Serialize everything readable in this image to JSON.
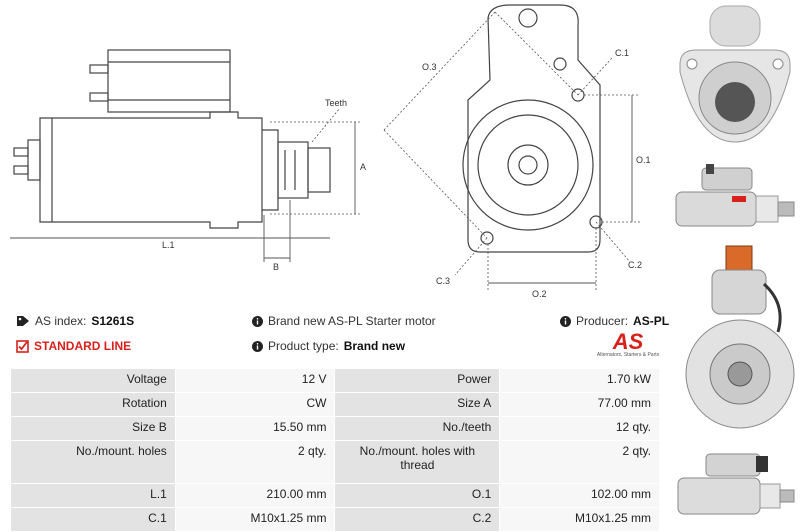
{
  "drawing": {
    "label_teeth": "Teeth",
    "label_a": "A",
    "label_b": "B",
    "label_l1": "L.1",
    "label_o3": "O.3",
    "label_c1": "C.1",
    "label_o1": "O.1",
    "label_o2": "O.2",
    "label_c2": "C.2",
    "label_c3": "C.3"
  },
  "info": {
    "as_index_label": "AS index:",
    "as_index_value": "S1261S",
    "standard_line": "STANDARD LINE",
    "description": "Brand new AS-PL Starter motor",
    "product_type_label": "Product type:",
    "product_type_value": "Brand new",
    "producer_label": "Producer:",
    "producer_value": "AS-PL"
  },
  "logo": {
    "mark": "AS",
    "tagline": "Alternators, Starters & Parts"
  },
  "specs": [
    [
      {
        "k": "Voltage",
        "v": "12 V"
      },
      {
        "k": "Power",
        "v": "1.70 kW"
      }
    ],
    [
      {
        "k": "Rotation",
        "v": "CW"
      },
      {
        "k": "Size A",
        "v": "77.00 mm"
      }
    ],
    [
      {
        "k": "Size B",
        "v": "15.50 mm"
      },
      {
        "k": "No./teeth",
        "v": "12 qty."
      }
    ],
    [
      {
        "k": "No./mount. holes",
        "v": "2 qty."
      },
      {
        "k": "No./mount. holes with thread",
        "v": "2 qty."
      }
    ],
    [
      {
        "k": "L.1",
        "v": "210.00 mm"
      },
      {
        "k": "O.1",
        "v": "102.00 mm"
      }
    ],
    [
      {
        "k": "C.1",
        "v": "M10x1.25 mm"
      },
      {
        "k": "C.2",
        "v": "M10x1.25 mm"
      }
    ]
  ],
  "colors": {
    "accent_red": "#d9211c",
    "key_cell": "#e3e3e3",
    "value_cell": "#f7f7f7"
  }
}
